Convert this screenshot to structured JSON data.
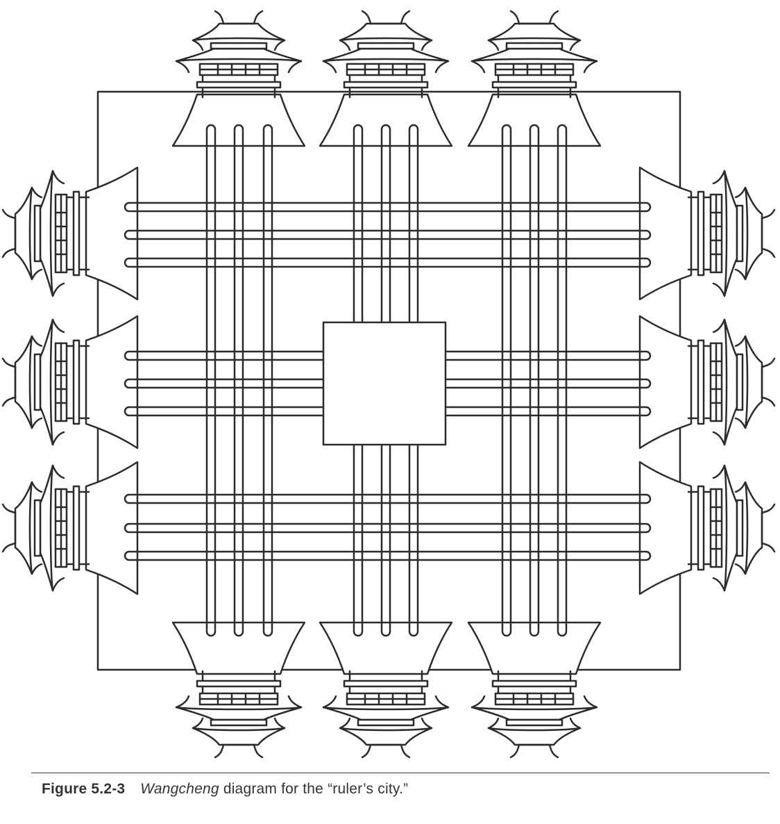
{
  "diagram": {
    "stroke_color": "#2b2b2b",
    "fill_color": "#ffffff"
  },
  "caption": {
    "figure_number": "Figure 5.2-3",
    "term": "Wangcheng",
    "rest": " diagram for the “ruler’s city.”"
  }
}
